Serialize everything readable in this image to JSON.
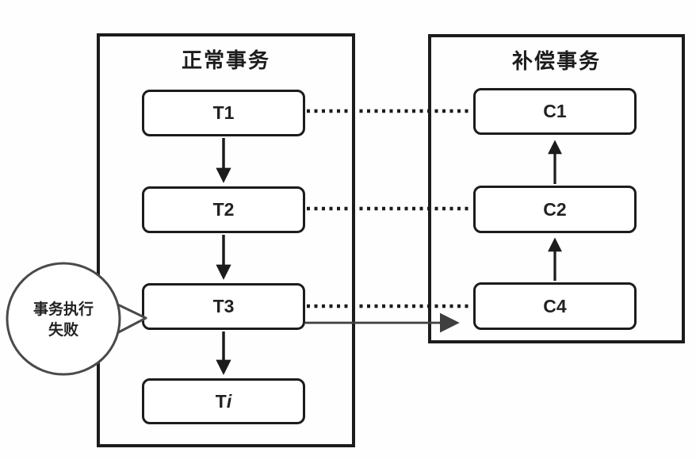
{
  "diagram": {
    "left_panel": {
      "title": "正常事务",
      "nodes": [
        {
          "label": "T1"
        },
        {
          "label": "T2"
        },
        {
          "label": "T3"
        },
        {
          "prefix": "T",
          "suffix": "i"
        }
      ]
    },
    "right_panel": {
      "title": "补偿事务",
      "nodes": [
        {
          "label": "C1"
        },
        {
          "label": "C2"
        },
        {
          "label": "C4"
        }
      ]
    },
    "callout": {
      "line1": "事务执行",
      "line2": "失败",
      "points_to": "T3"
    },
    "edges": {
      "normal_flow": [
        "T1→T2",
        "T2→T3",
        "T3→Ti"
      ],
      "compensation_flow": [
        "C4→C2",
        "C2→C1"
      ],
      "dotted_mappings": [
        "T1⋯C1",
        "T2⋯C2",
        "T3⋯C4"
      ],
      "failure_trigger": "T3→C4"
    },
    "colors": {
      "line": "#1c1c1c",
      "soft_line": "#3f3f3f",
      "background": "#ffffff"
    }
  }
}
